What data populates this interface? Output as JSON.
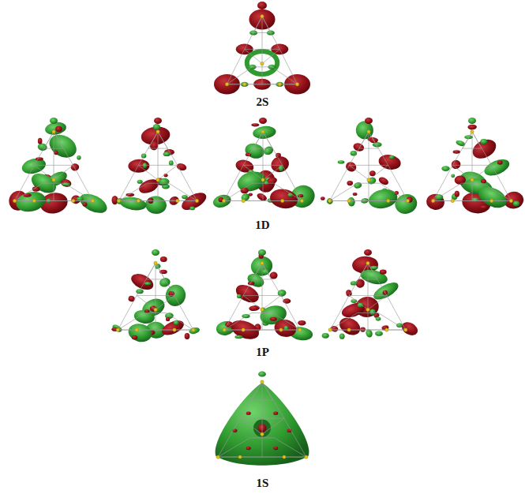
{
  "diagram": {
    "labels": [
      "2S",
      "1D",
      "1P",
      "1S"
    ]
  }
}
